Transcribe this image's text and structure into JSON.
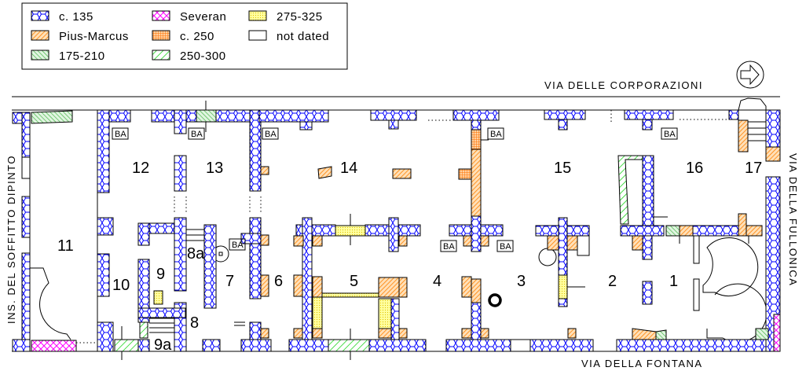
{
  "legend": {
    "items": [
      {
        "label": "c. 135",
        "pattern": "hex-blue",
        "color": "#0000ff"
      },
      {
        "label": "Pius-Marcus",
        "pattern": "hatch-orange",
        "color": "#ff8000"
      },
      {
        "label": "175-210",
        "pattern": "hatch-green-back",
        "color": "#40c040"
      },
      {
        "label": "Severan",
        "pattern": "crosshatch-magenta",
        "color": "#ff00ff"
      },
      {
        "label": "c. 250",
        "pattern": "grid-orange",
        "color": "#ff8000"
      },
      {
        "label": "250-300",
        "pattern": "hatch-green",
        "color": "#00d000"
      },
      {
        "label": "275-325",
        "pattern": "dots-yellow",
        "color": "#ffff00"
      },
      {
        "label": "not dated",
        "pattern": "none",
        "color": "#ffffff"
      }
    ]
  },
  "streets": {
    "north": "VIA DELLE CORPORAZIONI",
    "south": "VIA DELLA FONTANA",
    "east": "VIA DELLA FULLONICA",
    "west": "INS. DEL SOFFITTO DIPINTO"
  },
  "rooms": {
    "r1": "1",
    "r2": "2",
    "r3": "3",
    "r4": "4",
    "r5": "5",
    "r6": "6",
    "r7": "7",
    "r8": "8",
    "r8a": "8a",
    "r9": "9",
    "r9a": "9a",
    "r10": "10",
    "r11": "11",
    "r12": "12",
    "r13": "13",
    "r14": "14",
    "r15": "15",
    "r16": "16",
    "r17": "17"
  },
  "marker_label": "BA",
  "north_arrow": "arrow-right-icon"
}
